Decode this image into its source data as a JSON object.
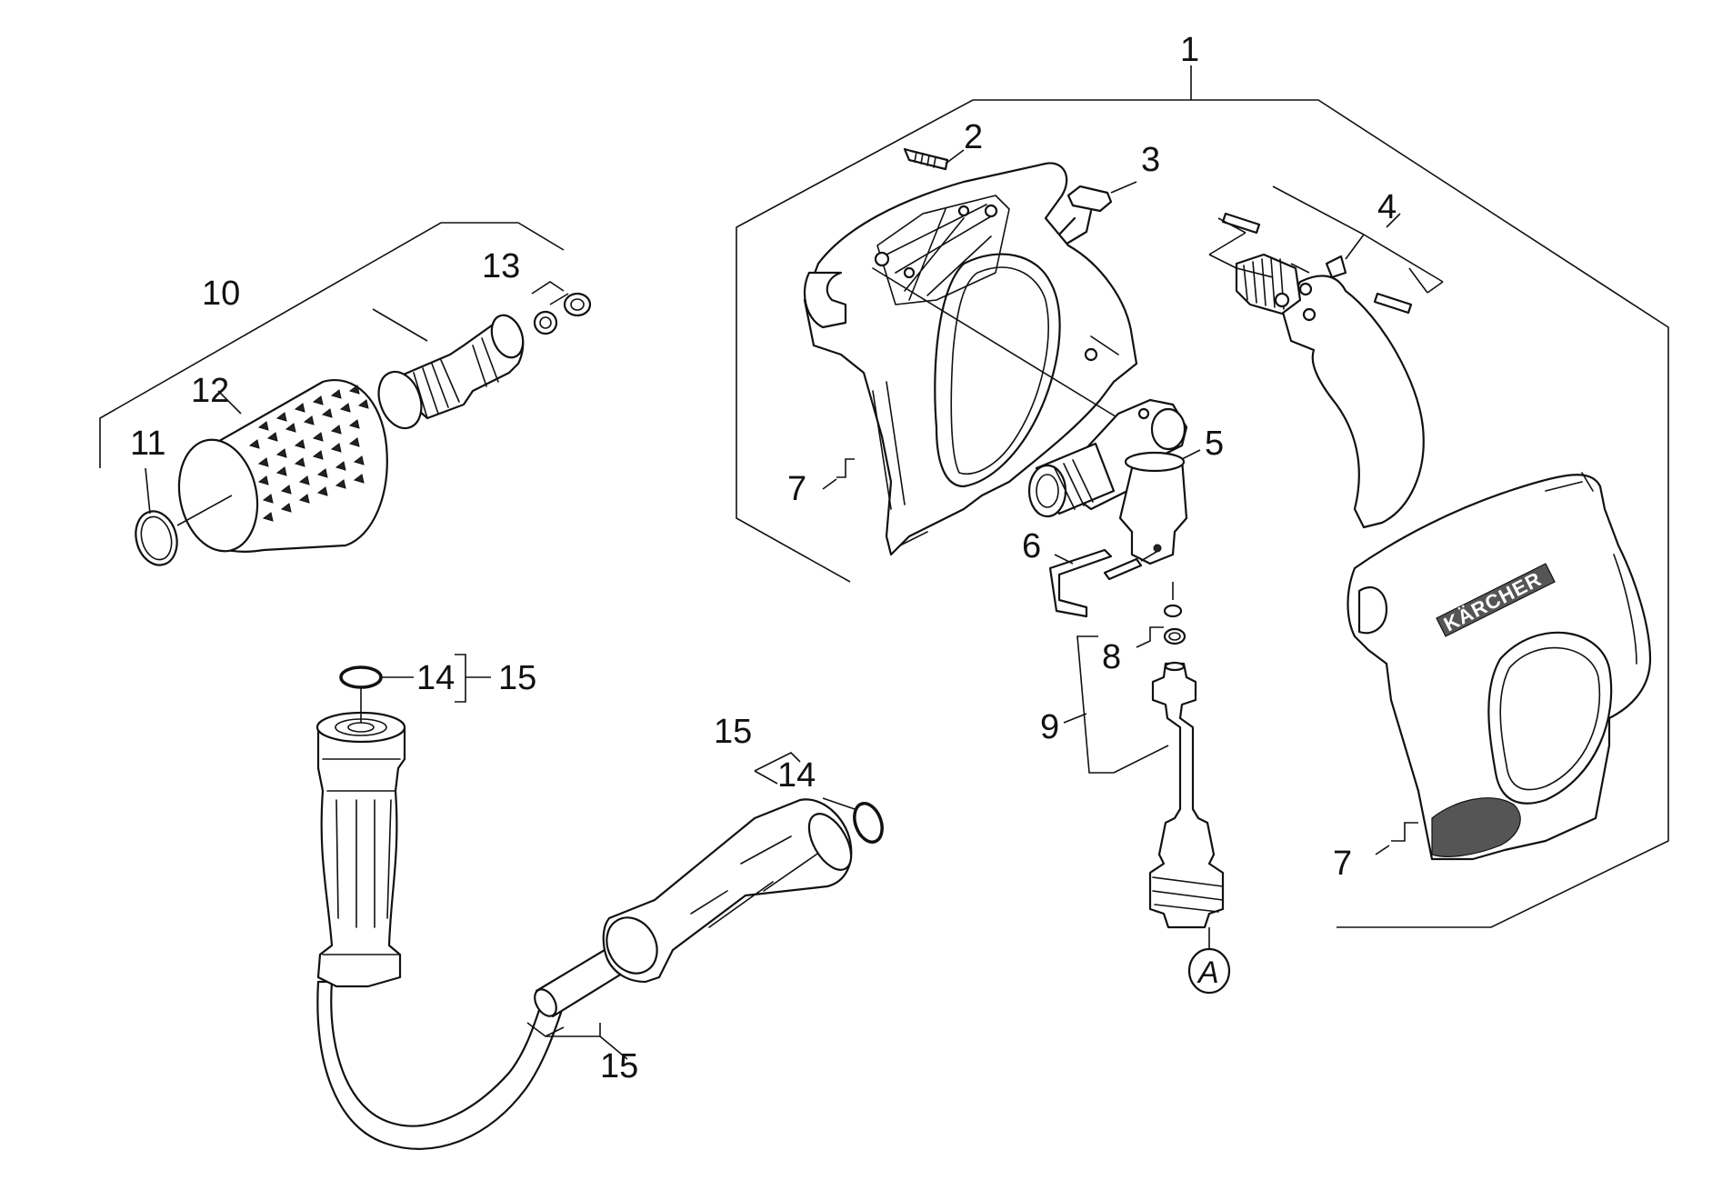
{
  "diagram": {
    "callouts": {
      "c1": "1",
      "c2": "2",
      "c3": "3",
      "c4": "4",
      "c5": "5",
      "c6": "6",
      "c7a": "7",
      "c7b": "7",
      "c8": "8",
      "c9": "9",
      "c10": "10",
      "c11": "11",
      "c12": "12",
      "c13": "13",
      "c14a": "14",
      "c15a": "15",
      "c14b": "14",
      "c15b": "15",
      "c15c": "15"
    },
    "connection_marker": "A",
    "brand_logo_text": "KÄRCHER"
  }
}
